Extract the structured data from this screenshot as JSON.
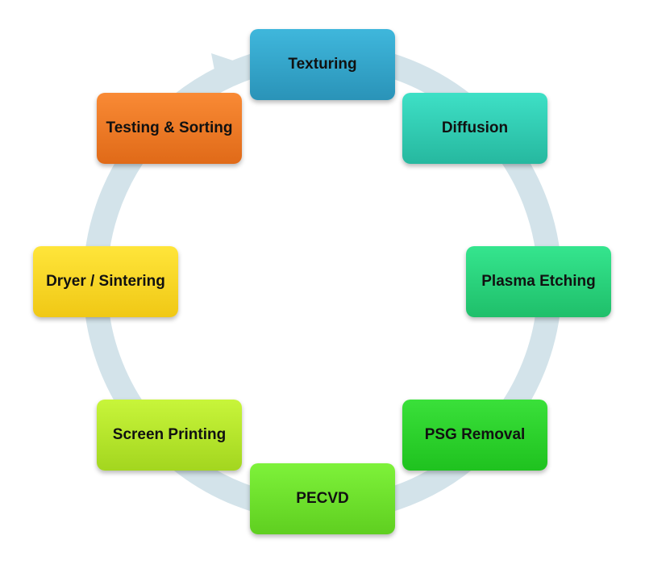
{
  "steps": [
    {
      "label": "Texturing"
    },
    {
      "label": "Diffusion"
    },
    {
      "label": "Plasma Etching"
    },
    {
      "label": "PSG Removal"
    },
    {
      "label": "PECVD"
    },
    {
      "label": "Screen Printing"
    },
    {
      "label": "Dryer / Sintering"
    },
    {
      "label": "Testing & Sorting"
    }
  ],
  "colors": {
    "ring": "#d3e3ea",
    "texturing": "#33a6cc",
    "diffusion": "#2fcdb2",
    "plasma_etching": "#28d27c",
    "psg_removal": "#28d128",
    "pecvd": "#6fe02c",
    "screen_printing": "#b5e62c",
    "dryer_sintering": "#f7d62a",
    "testing_sorting": "#ee7a25"
  }
}
